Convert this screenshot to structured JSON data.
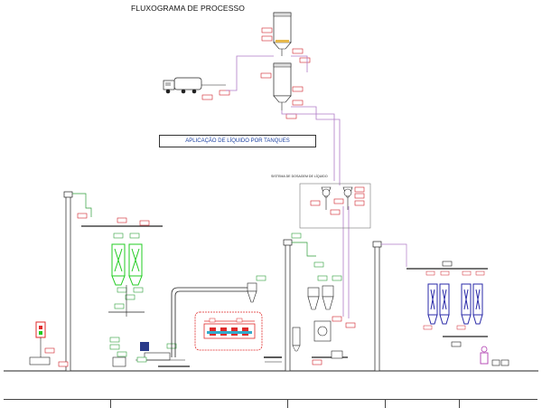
{
  "diagram": {
    "title": "FLUXOGRAMA DE PROCESSO",
    "tank_application_label": "APLICAÇÃO DE LÍQUIDO POR TANQUES",
    "dosing_system_label": "SISTEMA DE DOSAGEM DE LÍQUIDO"
  },
  "colors": {
    "line_black": "#222222",
    "line_purple": "#b07bc7",
    "line_green": "#2e9e3a",
    "tag_red": "#d0202a",
    "equip_green": "#22cc22",
    "equip_blue": "#2a2aa8",
    "equip_red": "#e02a2a",
    "label_blue": "#1a3fa0"
  },
  "icons": [
    "silo-icon",
    "tanker-truck-icon",
    "pump-icon",
    "cyclone-icon",
    "mixer-icon",
    "conveyor-icon"
  ],
  "footer": {
    "cells": [
      "",
      "",
      "",
      "",
      ""
    ]
  }
}
